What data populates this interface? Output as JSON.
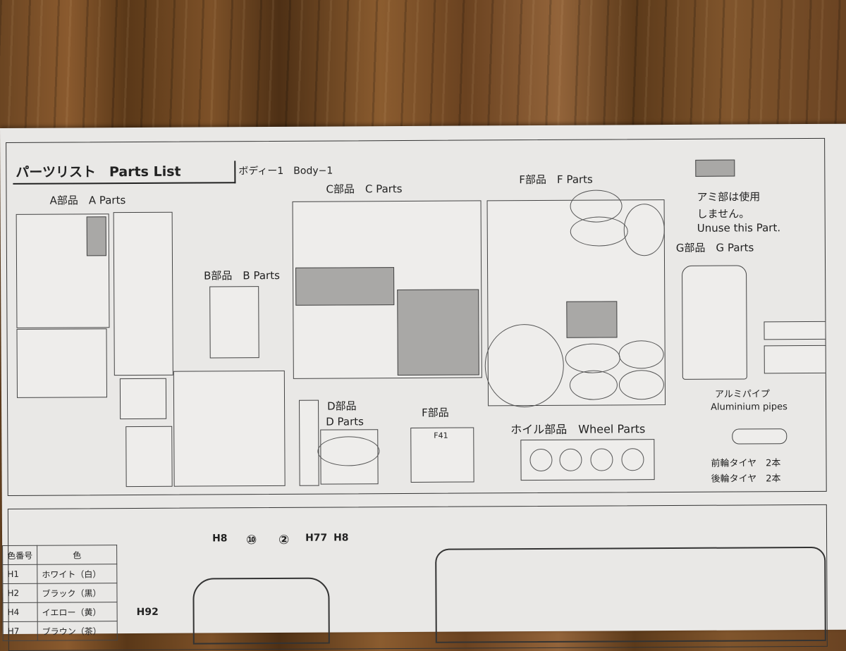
{
  "header": {
    "title": "パーツリスト　Parts List",
    "subtitle": "ボディー1　Body−1"
  },
  "sections": {
    "a": "A部品　A Parts",
    "b": "B部品　B Parts",
    "c": "C部品　C Parts",
    "d1": "D部品",
    "d2": "D Parts",
    "f_small": "F部品",
    "f_small_part": "F41",
    "f": "F部品　F Parts",
    "g": "G部品　G Parts",
    "wheel": "ホイル部品　Wheel Parts"
  },
  "legend": {
    "jp1": "アミ部は使用",
    "jp2": "しません。",
    "en": "Unuse this Part.",
    "swatch_color": "#a9a8a6"
  },
  "pipes": {
    "jp": "アルミパイプ",
    "en": "Aluminium pipes",
    "front": "前輪タイヤ　2本",
    "rear": "後輪タイヤ　2本"
  },
  "color_table": {
    "headers": [
      "色番号",
      "色"
    ],
    "rows": [
      [
        "H1",
        "ホワイト（白）"
      ],
      [
        "H2",
        "ブラック（黒）"
      ],
      [
        "H4",
        "イエロー（黄）"
      ],
      [
        "H7",
        "ブラウン（茶）"
      ]
    ]
  },
  "callouts": [
    "H8",
    "⑩",
    "②",
    "H77",
    "H8",
    "H92"
  ]
}
